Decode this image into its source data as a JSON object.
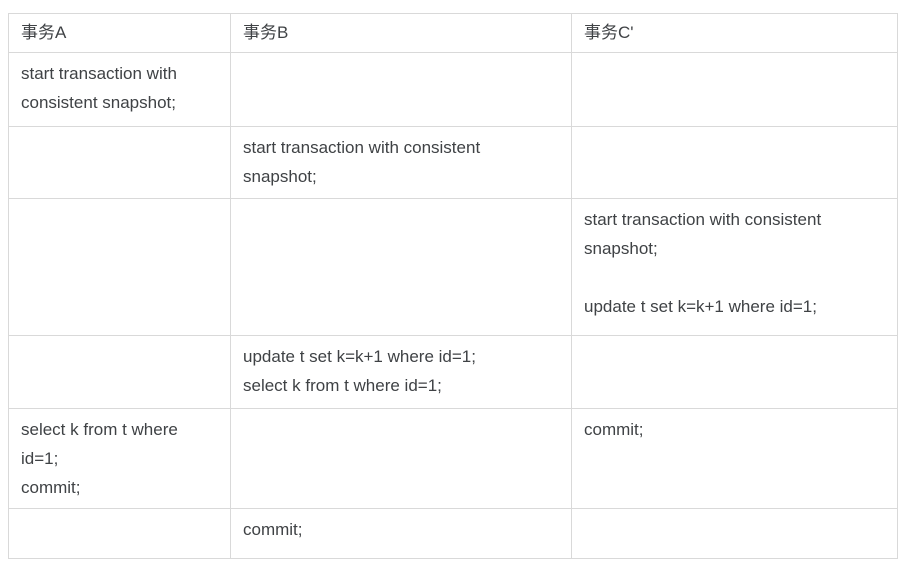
{
  "table": {
    "columns": [
      {
        "label": "事务A"
      },
      {
        "label": "事务B"
      },
      {
        "label": "事务C'"
      }
    ],
    "rows": [
      {
        "a": "start transaction with\nconsistent snapshot;",
        "b": "",
        "c": ""
      },
      {
        "a": "",
        "b": "start transaction with consistent\nsnapshot;",
        "c": ""
      },
      {
        "a": "",
        "b": "",
        "c": "start transaction with consistent\nsnapshot;\n\nupdate t set k=k+1 where id=1;"
      },
      {
        "a": "",
        "b": "update t set k=k+1 where id=1;\nselect k from t where id=1;",
        "c": ""
      },
      {
        "a": "select k from t where\nid=1;\ncommit;",
        "b": "",
        "c": "commit;"
      },
      {
        "a": "",
        "b": "commit;",
        "c": ""
      }
    ]
  },
  "colors": {
    "border": "#d9d9d9",
    "text": "#3f4245",
    "background": "#ffffff"
  }
}
